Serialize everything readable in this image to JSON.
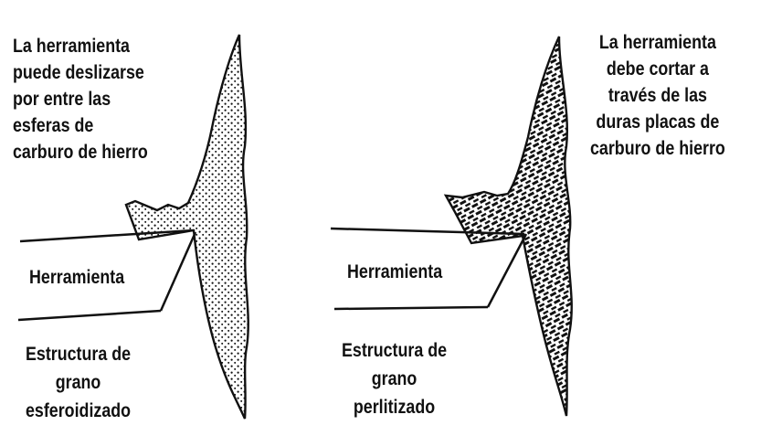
{
  "colors": {
    "ink": "#111111",
    "background": "#ffffff"
  },
  "left_panel": {
    "note": "La herramienta\npuede deslizarse\npor entre las\nesferas de\ncarburo de hierro",
    "tool_label": "Herramienta",
    "structure_label": "Estructura de\ngrano\nesferoidizado"
  },
  "right_panel": {
    "note": "La herramienta\ndebe cortar a\ntravés de las\nduras placas de\ncarburo de hierro",
    "tool_label": "Herramienta",
    "structure_label": "Estructura de\ngrano\nperlitizado"
  }
}
